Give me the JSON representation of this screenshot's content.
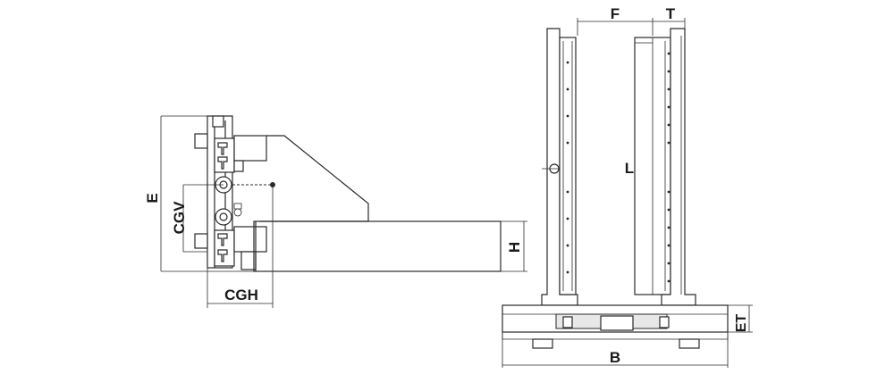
{
  "labels": {
    "e": "E",
    "cgv": "CGV",
    "cgh": "CGH",
    "h": "H",
    "f": "F",
    "t": "T",
    "l": "L",
    "b": "B",
    "et": "ET"
  },
  "colors": {
    "line": "#2a2a2a",
    "text": "#1a1a1a",
    "background": "#ffffff"
  }
}
